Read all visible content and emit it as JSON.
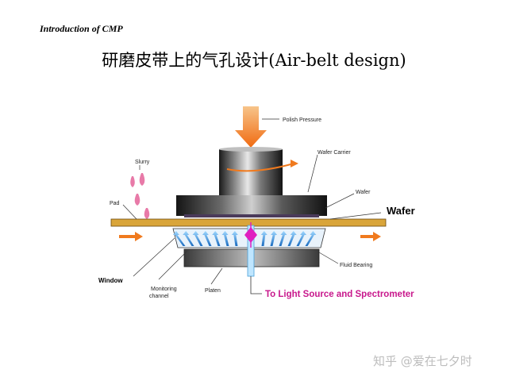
{
  "header": {
    "text": "Introduction of CMP"
  },
  "title": {
    "text": "研磨皮带上的气孔设计(Air-belt design)"
  },
  "diagram": {
    "labels": {
      "polish_pressure": "Polish Pressure",
      "slurry": "Slurry",
      "wafer_carrier": "Wafer Carrier",
      "wafer_small": "Wafer",
      "pad": "Pad",
      "wafer_big": "Wafer",
      "fluid_bearing": "Fluid Bearing",
      "window": "Window",
      "monitoring_channel": "Monitoring\nchannel",
      "platen": "Platen",
      "light_source": "To Light Source and Spectrometer"
    },
    "colors": {
      "arrow_orange": "#f07a1e",
      "pad_gold": "#d9a53a",
      "fluid_blue": "#3a9fe0",
      "light_magenta": "#e020c0",
      "label_magenta": "#c8188c",
      "slurry_pink": "#e87aa8"
    }
  },
  "watermark": {
    "text": "知乎 @爱在七夕时"
  }
}
